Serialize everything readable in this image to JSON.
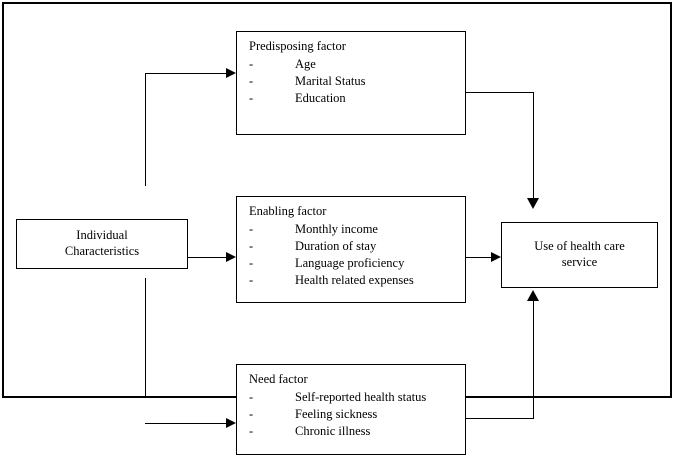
{
  "figure": {
    "type": "flow-diagram",
    "orientation": "left-to-right",
    "frame": {
      "border_color": "#000000"
    }
  },
  "nodes": {
    "individual": {
      "id": "individual-characteristics",
      "line1": "Individual",
      "line2": "Characteristics"
    },
    "predisposing": {
      "id": "predisposing-factor",
      "title": "Predisposing factor",
      "bullet": "-",
      "items": [
        "Age",
        "Marital Status",
        "Education"
      ]
    },
    "enabling": {
      "id": "enabling-factor",
      "title": "Enabling factor",
      "bullet": "-",
      "items": [
        "Monthly income",
        "Duration of stay",
        "Language proficiency",
        "Health related expenses"
      ]
    },
    "need": {
      "id": "need-factor",
      "title": "Need factor",
      "bullet": "-",
      "items": [
        "Self-reported health status",
        "Feeling sickness",
        "Chronic illness"
      ]
    },
    "use": {
      "id": "use-of-health-care-service",
      "line1": "Use of health care",
      "line2": "service"
    }
  },
  "connectors": [
    {
      "id": "individual-to-predisposing",
      "from": "individual",
      "to": "predisposing",
      "style": "elbow",
      "arrowhead": "right"
    },
    {
      "id": "individual-to-enabling",
      "from": "individual",
      "to": "enabling",
      "style": "straight",
      "arrowhead": "right"
    },
    {
      "id": "individual-to-need",
      "from": "individual",
      "to": "need",
      "style": "elbow",
      "arrowhead": "right"
    },
    {
      "id": "predisposing-to-use",
      "from": "predisposing",
      "to": "use",
      "style": "elbow",
      "arrowhead": "down"
    },
    {
      "id": "enabling-to-use",
      "from": "enabling",
      "to": "use",
      "style": "straight",
      "arrowhead": "right"
    },
    {
      "id": "need-to-use",
      "from": "need",
      "to": "use",
      "style": "elbow",
      "arrowhead": "up"
    }
  ]
}
